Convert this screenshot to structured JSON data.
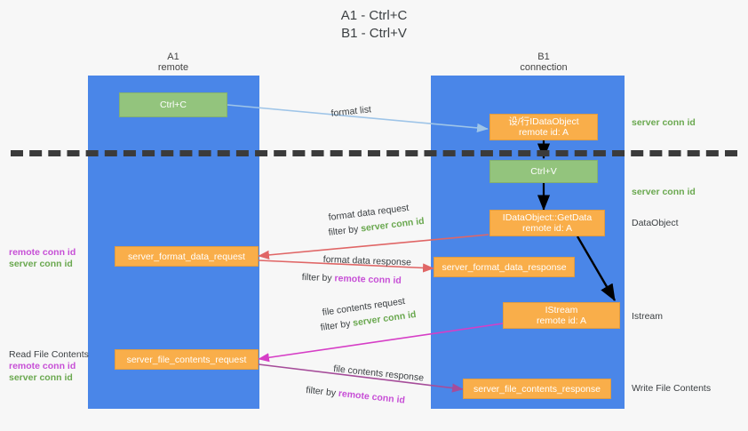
{
  "title": {
    "line1": "A1 - Ctrl+C",
    "line2": "B1 - Ctrl+V"
  },
  "lanes": [
    {
      "id": "a1",
      "name": "A1",
      "sub": "remote",
      "color": "#4a86e8"
    },
    {
      "id": "b1",
      "name": "B1",
      "sub": "connection",
      "color": "#4a86e8"
    }
  ],
  "colors": {
    "lane": "#4a86e8",
    "green_node": "#93c47d",
    "orange_node": "#f9ae4a",
    "server_conn_id": "#6aa84f",
    "remote_conn_id": "#c74fd6",
    "arrow_blue": "#9fc5e8",
    "arrow_red": "#e06666",
    "arrow_magenta": "#d63ec6",
    "arrow_purple": "#a64d9a",
    "arrow_black": "#000000",
    "divider": "#3b3b3b"
  },
  "nodes": [
    {
      "id": "ctrl_c",
      "label": "Ctrl+C",
      "sub": "",
      "style": "green"
    },
    {
      "id": "idataobject_cjk",
      "label": "设/行IDataObject",
      "sub": "remote id: A",
      "style": "orange"
    },
    {
      "id": "ctrl_v",
      "label": "Ctrl+V",
      "sub": "",
      "style": "green"
    },
    {
      "id": "getdata",
      "label": "IDataObject::GetData",
      "sub": "remote id: A",
      "style": "orange"
    },
    {
      "id": "fmt_req",
      "label": "server_format_data_request",
      "sub": "",
      "style": "orange"
    },
    {
      "id": "fmt_res",
      "label": "server_format_data_response",
      "sub": "",
      "style": "orange"
    },
    {
      "id": "istream",
      "label": "IStream",
      "sub": "remote id: A",
      "style": "orange"
    },
    {
      "id": "file_req",
      "label": "server_file_contents_request",
      "sub": "",
      "style": "orange"
    },
    {
      "id": "file_res",
      "label": "server_file_contents_response",
      "sub": "",
      "style": "orange"
    }
  ],
  "edge_labels": {
    "format_list": "format list",
    "format_data_request": "format data request",
    "format_data_response": "format data response",
    "file_contents_request": "file contents request",
    "file_contents_response": "file contents response",
    "filter_by": "filter by",
    "server_conn_id": "server conn id",
    "remote_conn_id": "remote conn id"
  },
  "right_annotations": [
    {
      "id": "r1",
      "text": "server conn id",
      "kind": "green"
    },
    {
      "id": "r2",
      "text": "server conn id",
      "kind": "green"
    },
    {
      "id": "r3",
      "text": "DataObject",
      "kind": "plain"
    },
    {
      "id": "r4",
      "text": "Istream",
      "kind": "plain"
    },
    {
      "id": "r5",
      "text": "Write File Contents",
      "kind": "plain"
    }
  ],
  "left_annotations": [
    {
      "id": "l1",
      "title": "",
      "remote": "remote conn id",
      "server": "server conn id"
    },
    {
      "id": "l2",
      "title": "Read File Contents",
      "remote": "remote conn id",
      "server": "server conn id"
    }
  ]
}
